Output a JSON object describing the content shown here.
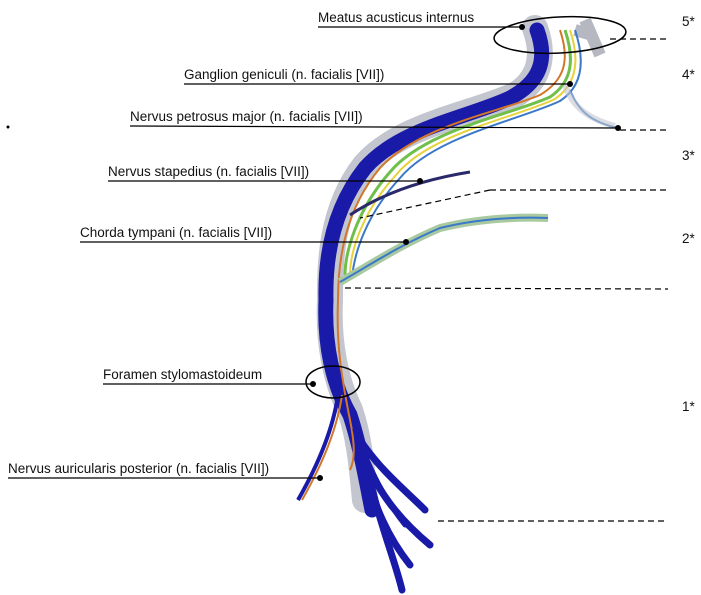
{
  "diagram": {
    "labels": {
      "meatus": "Meatus acusticus internus",
      "ganglion": "Ganglion geniculi (n. facialis [VII])",
      "petrosus": "Nervus petrosus major (n. facialis [VII])",
      "stapedius": "Nervus stapedius (n. facialis [VII])",
      "chorda": "Chorda tympani (n. facialis [VII])",
      "foramen": "Foramen stylomastoideum",
      "auricularis": "Nervus auricularis posterior (n. facialis [VII])"
    },
    "levels": {
      "l5": "5*",
      "l4": "4*",
      "l3": "3*",
      "l2": "2*",
      "l1": "1*"
    },
    "colors": {
      "nerve_main": "#1a1aa8",
      "nerve_shadow": "#b9bdc8",
      "fiber_orange": "#d2762a",
      "fiber_green": "#6fbf4a",
      "fiber_yellow": "#e6d23a",
      "fiber_blue": "#3a78c8",
      "leader": "#000000"
    }
  }
}
